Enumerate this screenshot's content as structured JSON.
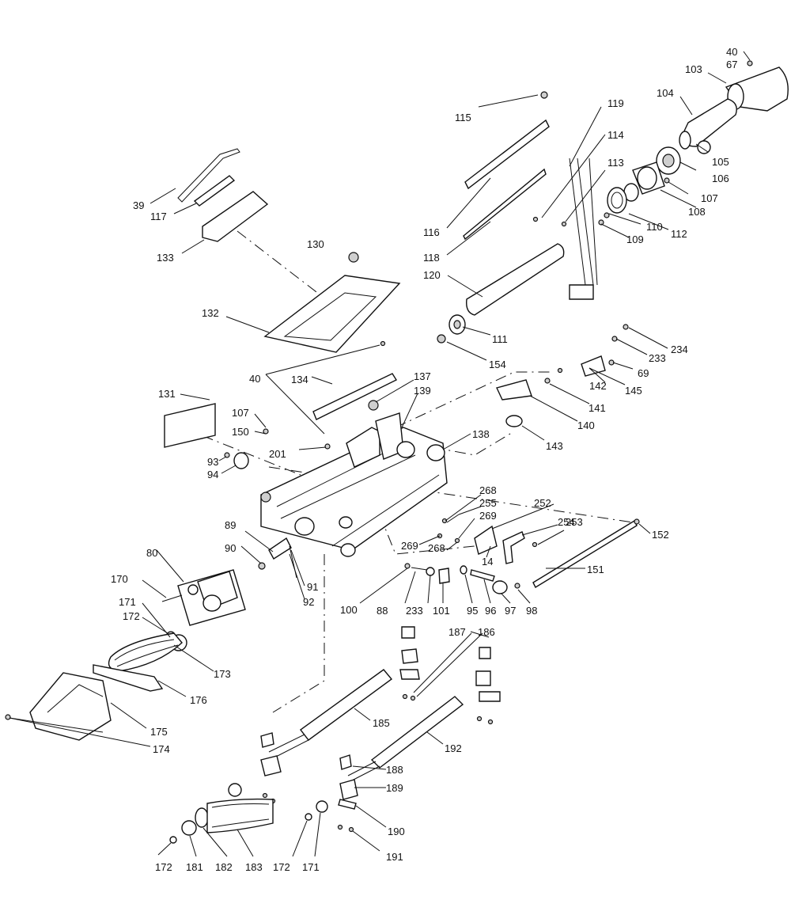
{
  "parts": [
    {
      "id": "40a",
      "text": "40"
    },
    {
      "id": "67",
      "text": "67"
    },
    {
      "id": "103",
      "text": "103"
    },
    {
      "id": "104",
      "text": "104"
    },
    {
      "id": "105",
      "text": "105"
    },
    {
      "id": "106",
      "text": "106"
    },
    {
      "id": "107a",
      "text": "107"
    },
    {
      "id": "108",
      "text": "108"
    },
    {
      "id": "110",
      "text": "110"
    },
    {
      "id": "112",
      "text": "112"
    },
    {
      "id": "109",
      "text": "109"
    },
    {
      "id": "115",
      "text": "115"
    },
    {
      "id": "119",
      "text": "119"
    },
    {
      "id": "114",
      "text": "114"
    },
    {
      "id": "113",
      "text": "113"
    },
    {
      "id": "116",
      "text": "116"
    },
    {
      "id": "118",
      "text": "118"
    },
    {
      "id": "120",
      "text": "120"
    },
    {
      "id": "111",
      "text": "111"
    },
    {
      "id": "154",
      "text": "154"
    },
    {
      "id": "39",
      "text": "39"
    },
    {
      "id": "117",
      "text": "117"
    },
    {
      "id": "133",
      "text": "133"
    },
    {
      "id": "130",
      "text": "130"
    },
    {
      "id": "132",
      "text": "132"
    },
    {
      "id": "40b",
      "text": "40"
    },
    {
      "id": "134",
      "text": "134"
    },
    {
      "id": "137",
      "text": "137"
    },
    {
      "id": "139",
      "text": "139"
    },
    {
      "id": "234",
      "text": "234"
    },
    {
      "id": "233a",
      "text": "233"
    },
    {
      "id": "69",
      "text": "69"
    },
    {
      "id": "142",
      "text": "142"
    },
    {
      "id": "145",
      "text": "145"
    },
    {
      "id": "141",
      "text": "141"
    },
    {
      "id": "140",
      "text": "140"
    },
    {
      "id": "143",
      "text": "143"
    },
    {
      "id": "138",
      "text": "138"
    },
    {
      "id": "131",
      "text": "131"
    },
    {
      "id": "107b",
      "text": "107"
    },
    {
      "id": "150",
      "text": "150"
    },
    {
      "id": "201",
      "text": "201"
    },
    {
      "id": "93",
      "text": "93"
    },
    {
      "id": "94",
      "text": "94"
    },
    {
      "id": "152",
      "text": "152"
    },
    {
      "id": "268a",
      "text": "268"
    },
    {
      "id": "255",
      "text": "255"
    },
    {
      "id": "252",
      "text": "252"
    },
    {
      "id": "269a",
      "text": "269"
    },
    {
      "id": "254",
      "text": "254"
    },
    {
      "id": "253",
      "text": "253"
    },
    {
      "id": "269b",
      "text": "269"
    },
    {
      "id": "268b",
      "text": "268"
    },
    {
      "id": "14",
      "text": "14"
    },
    {
      "id": "151",
      "text": "151"
    },
    {
      "id": "89",
      "text": "89"
    },
    {
      "id": "80",
      "text": "80"
    },
    {
      "id": "90",
      "text": "90"
    },
    {
      "id": "91",
      "text": "91"
    },
    {
      "id": "92",
      "text": "92"
    },
    {
      "id": "100",
      "text": "100"
    },
    {
      "id": "88",
      "text": "88"
    },
    {
      "id": "233b",
      "text": "233"
    },
    {
      "id": "101",
      "text": "101"
    },
    {
      "id": "95",
      "text": "95"
    },
    {
      "id": "96",
      "text": "96"
    },
    {
      "id": "97",
      "text": "97"
    },
    {
      "id": "98",
      "text": "98"
    },
    {
      "id": "170",
      "text": "170"
    },
    {
      "id": "171a",
      "text": "171"
    },
    {
      "id": "172a",
      "text": "172"
    },
    {
      "id": "173",
      "text": "173"
    },
    {
      "id": "176",
      "text": "176"
    },
    {
      "id": "175",
      "text": "175"
    },
    {
      "id": "174",
      "text": "174"
    },
    {
      "id": "187",
      "text": "187"
    },
    {
      "id": "186",
      "text": "186"
    },
    {
      "id": "185",
      "text": "185"
    },
    {
      "id": "192",
      "text": "192"
    },
    {
      "id": "188",
      "text": "188"
    },
    {
      "id": "189",
      "text": "189"
    },
    {
      "id": "190",
      "text": "190"
    },
    {
      "id": "191",
      "text": "191"
    },
    {
      "id": "172b",
      "text": "172"
    },
    {
      "id": "181",
      "text": "181"
    },
    {
      "id": "182",
      "text": "182"
    },
    {
      "id": "183",
      "text": "183"
    },
    {
      "id": "172c",
      "text": "172"
    },
    {
      "id": "171b",
      "text": "171"
    }
  ]
}
